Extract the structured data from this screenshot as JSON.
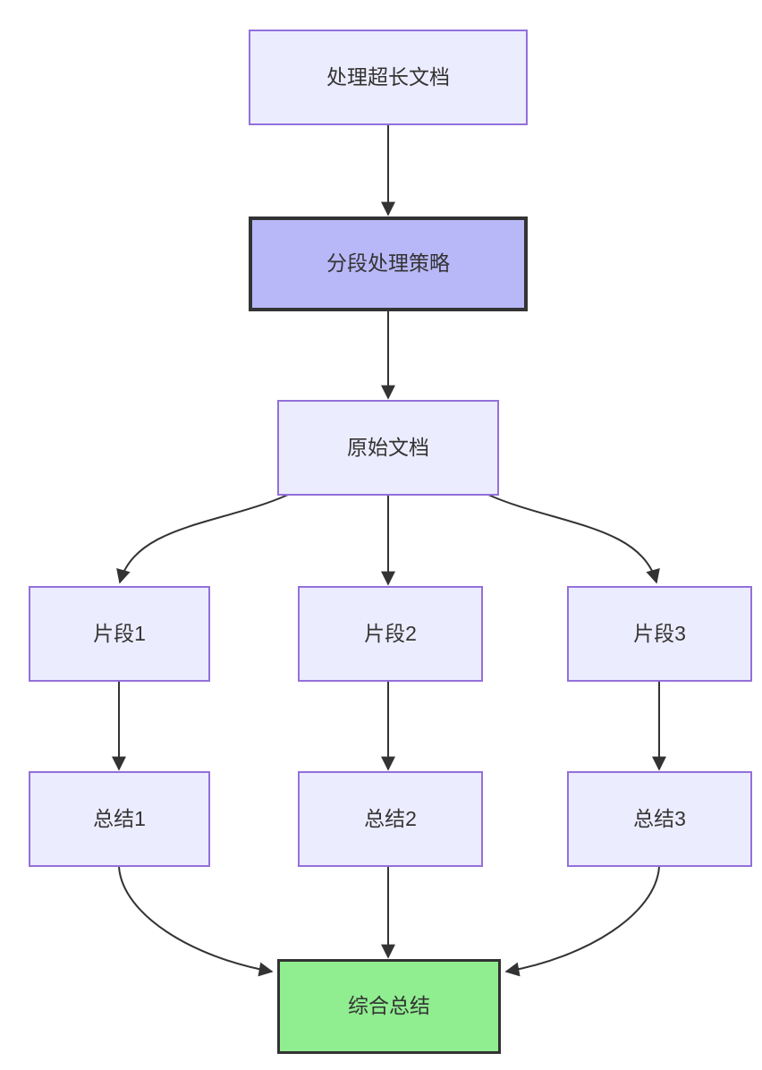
{
  "diagram": {
    "type": "flowchart",
    "direction": "top-down",
    "nodes": [
      {
        "id": "A",
        "label": "处理超长文档",
        "style": "default"
      },
      {
        "id": "B",
        "label": "分段处理策略",
        "style": "highlight"
      },
      {
        "id": "C",
        "label": "原始文档",
        "style": "default"
      },
      {
        "id": "D",
        "label": "片段1",
        "style": "default"
      },
      {
        "id": "E",
        "label": "片段2",
        "style": "default"
      },
      {
        "id": "F",
        "label": "片段3",
        "style": "default"
      },
      {
        "id": "G",
        "label": "总结1",
        "style": "default"
      },
      {
        "id": "H",
        "label": "总结2",
        "style": "default"
      },
      {
        "id": "I",
        "label": "总结3",
        "style": "default"
      },
      {
        "id": "J",
        "label": "综合总结",
        "style": "success"
      }
    ],
    "edges": [
      {
        "from": "A",
        "to": "B"
      },
      {
        "from": "B",
        "to": "C"
      },
      {
        "from": "C",
        "to": "D"
      },
      {
        "from": "C",
        "to": "E"
      },
      {
        "from": "C",
        "to": "F"
      },
      {
        "from": "D",
        "to": "G"
      },
      {
        "from": "E",
        "to": "H"
      },
      {
        "from": "F",
        "to": "I"
      },
      {
        "from": "G",
        "to": "J"
      },
      {
        "from": "H",
        "to": "J"
      },
      {
        "from": "I",
        "to": "J"
      }
    ],
    "colors": {
      "node_fill": "#ececff",
      "node_border": "#9370db",
      "highlight_fill": "#b8b8f8",
      "highlight_border": "#333333",
      "success_fill": "#90ee90",
      "success_border": "#333333",
      "edge": "#333333",
      "text": "#333333",
      "background": "#ffffff"
    }
  }
}
